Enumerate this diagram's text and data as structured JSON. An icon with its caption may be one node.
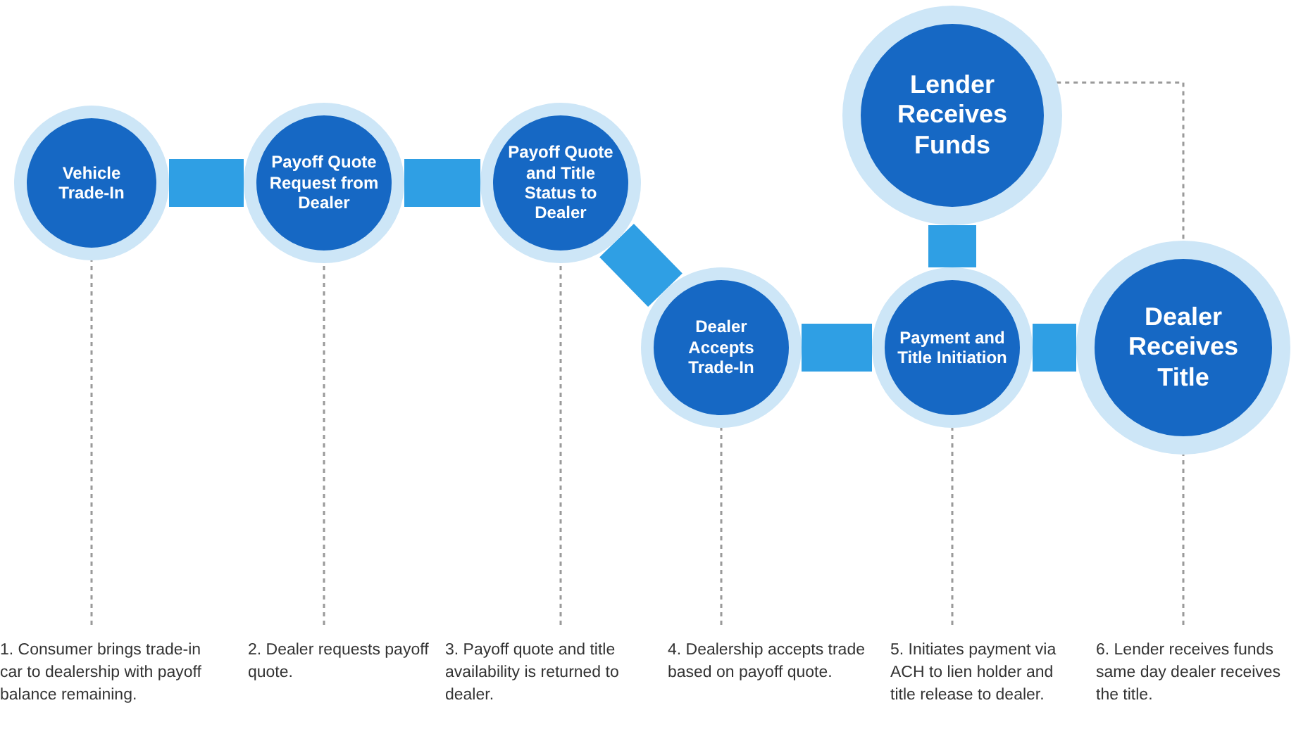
{
  "diagram": {
    "nodes": [
      {
        "text": [
          "Vehicle Trade-In"
        ]
      },
      {
        "text": [
          "Payoff Quote Request from Dealer"
        ]
      },
      {
        "text": [
          "Payoff Quote and Title Status to Dealer"
        ]
      },
      {
        "text": [
          "Dealer Accepts Trade-In"
        ]
      },
      {
        "text": [
          "Payment and Title Initiation"
        ]
      },
      {
        "text": [
          "Lender Receives Funds"
        ]
      },
      {
        "text": [
          "Dealer Receives Title"
        ]
      },
      {
        "text": [
          "1. Consumer brings trade-in car to dealership with payoff balance remaining."
        ]
      },
      {
        "text": [
          "2. Dealer requests payoff quote."
        ]
      },
      {
        "text": [
          "3. Payoff quote and title availability is returned to dealer."
        ]
      },
      {
        "text": [
          "4. Dealership accepts trade based on payoff quote."
        ]
      },
      {
        "text": [
          "5. Initiates payment via ACH to lien holder and title release to dealer."
        ]
      },
      {
        "text": [
          "6. Lender receives funds same day dealer receives the title."
        ]
      }
    ],
    "edges": [
      {
        "from": 0,
        "to": 1,
        "arrow": "none",
        "style": "thick",
        "color": "#2f9fe4"
      },
      {
        "from": 1,
        "to": 2,
        "arrow": "none",
        "style": "thick",
        "color": "#2f9fe4"
      },
      {
        "from": 2,
        "to": 3,
        "arrow": "none",
        "style": "thick",
        "color": "#2f9fe4"
      },
      {
        "from": 3,
        "to": 4,
        "arrow": "none",
        "style": "thick",
        "color": "#2f9fe4"
      },
      {
        "from": 4,
        "to": 5,
        "arrow": "none",
        "style": "thick",
        "color": "#2f9fe4"
      },
      {
        "from": 4,
        "to": 6,
        "arrow": "none",
        "style": "thick",
        "color": "#2f9fe4"
      },
      {
        "from": 5,
        "to": 6,
        "arrow": "none",
        "style": "dashed"
      },
      {
        "from": 7,
        "to": 0,
        "arrow": "none",
        "style": "dashed"
      },
      {
        "from": 8,
        "to": 1,
        "arrow": "none",
        "style": "dashed"
      },
      {
        "from": 9,
        "to": 2,
        "arrow": "none",
        "style": "dashed"
      },
      {
        "from": 10,
        "to": 3,
        "arrow": "none",
        "style": "dashed"
      },
      {
        "from": 11,
        "to": 4,
        "arrow": "none",
        "style": "dashed"
      },
      {
        "from": 12,
        "to": 6,
        "arrow": "none",
        "style": "dashed"
      }
    ]
  }
}
